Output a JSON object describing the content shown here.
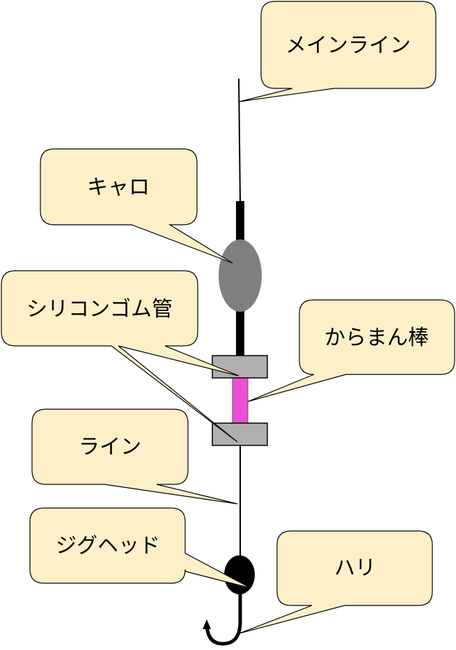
{
  "labels": {
    "main_line": "メインライン",
    "sinker": "キャロ",
    "silicone_tube": "シリコンゴム管",
    "karaman_rod": "からまん棒",
    "line": "ライン",
    "jig_head": "ジグヘッド",
    "hook": "ハリ"
  },
  "colors": {
    "callout_fill": "#fdf0c8",
    "callout_stroke": "#000000",
    "line": "#000000",
    "sinker": "#7f7f7f",
    "silicone_tube": "#b0aeae",
    "karaman_rod": "#ee4fd4",
    "jig_head": "#000000"
  }
}
